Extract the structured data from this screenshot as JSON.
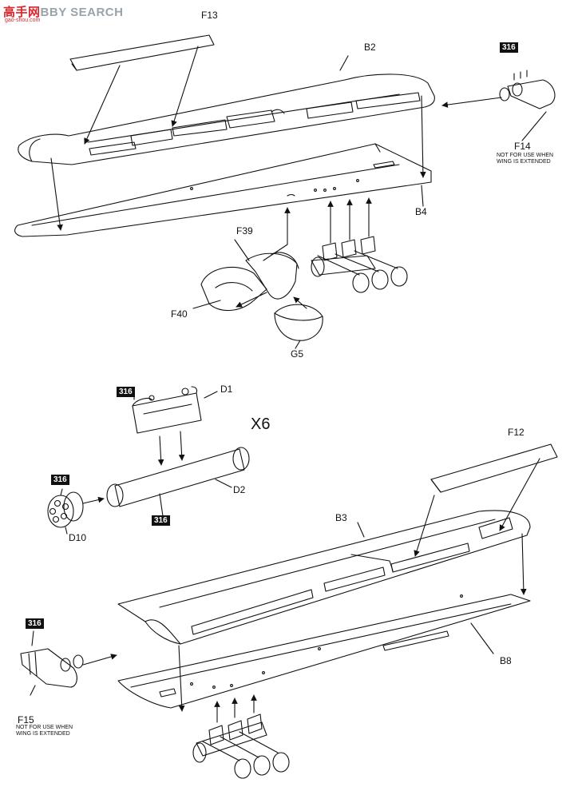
{
  "watermark": {
    "brand_red": "高",
    "brand_red2": "手网",
    "brand_grey": "BBY SEARCH",
    "url": "gao-shou.com"
  },
  "multiplier": "X6",
  "badge_text": "316",
  "labels": {
    "F13": "F13",
    "B2": "B2",
    "F14": "F14",
    "B4": "B4",
    "F39": "F39",
    "F40": "F40",
    "G5": "G5",
    "D1": "D1",
    "D2": "D2",
    "D10": "D10",
    "F12": "F12",
    "B3": "B3",
    "B8": "B8",
    "F15": "F15"
  },
  "notes": {
    "f14_line1": "NOT FOR USE WHEN",
    "f14_line2": "WING IS EXTENDED",
    "f15_line1": "NOT FOR USE WHEN",
    "f15_line2": "WING IS EXTENDED"
  },
  "colors": {
    "ink": "#111111",
    "badge_bg": "#111111",
    "watermark_red": "#d8262c",
    "watermark_grey": "#9aa3aa"
  }
}
